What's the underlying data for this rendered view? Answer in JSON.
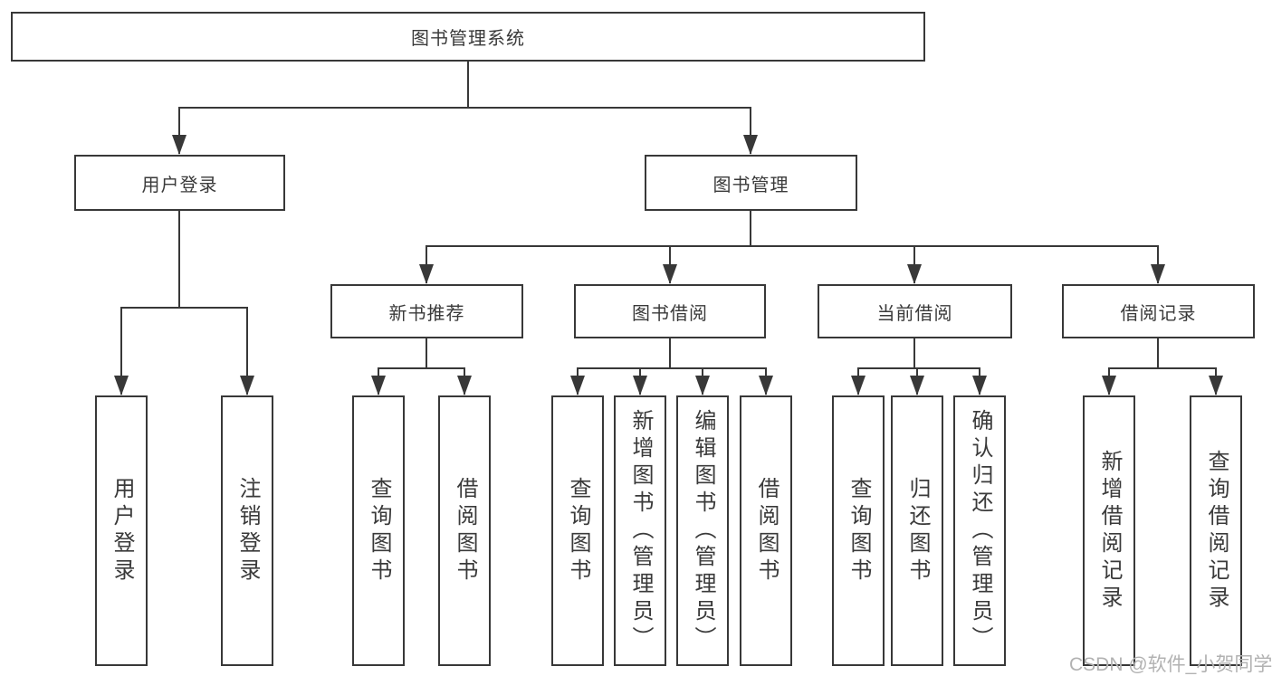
{
  "diagram": {
    "root": "图书管理系统",
    "branches": [
      {
        "label": "用户登录",
        "children": [
          "用户登录",
          "注销登录"
        ]
      },
      {
        "label": "图书管理",
        "subgroups": [
          {
            "label": "新书推荐",
            "children": [
              "查询图书",
              "借阅图书"
            ]
          },
          {
            "label": "图书借阅",
            "children": [
              "查询图书",
              "新增图书（管理员）",
              "编辑图书（管理员）",
              "借阅图书"
            ]
          },
          {
            "label": "当前借阅",
            "children": [
              "查询图书",
              "归还图书",
              "确认归还（管理员）"
            ]
          },
          {
            "label": "借阅记录",
            "children": [
              "新增借阅记录",
              "查询借阅记录"
            ]
          }
        ]
      }
    ],
    "watermark": "CSDN @软件_小贺同学",
    "colors": {
      "line": "#383838",
      "text": "#3a3a3a",
      "watermark": "#b2b2b2",
      "background": "#ffffff"
    }
  }
}
